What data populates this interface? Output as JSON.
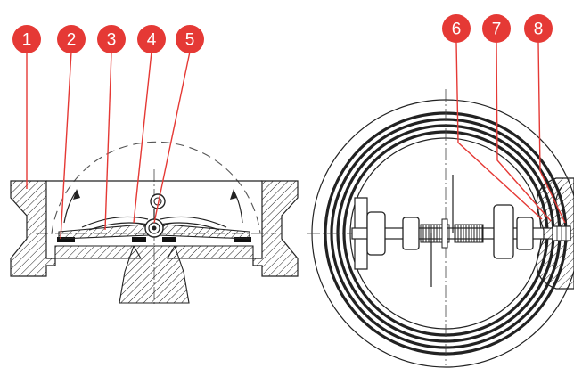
{
  "colors": {
    "callout_fill": "#e53935",
    "line": "#222222",
    "background": "#ffffff"
  },
  "callouts": [
    {
      "id": "1",
      "label": "1"
    },
    {
      "id": "2",
      "label": "2"
    },
    {
      "id": "3",
      "label": "3"
    },
    {
      "id": "4",
      "label": "4"
    },
    {
      "id": "5",
      "label": "5"
    },
    {
      "id": "6",
      "label": "6"
    },
    {
      "id": "7",
      "label": "7"
    },
    {
      "id": "8",
      "label": "8"
    }
  ]
}
